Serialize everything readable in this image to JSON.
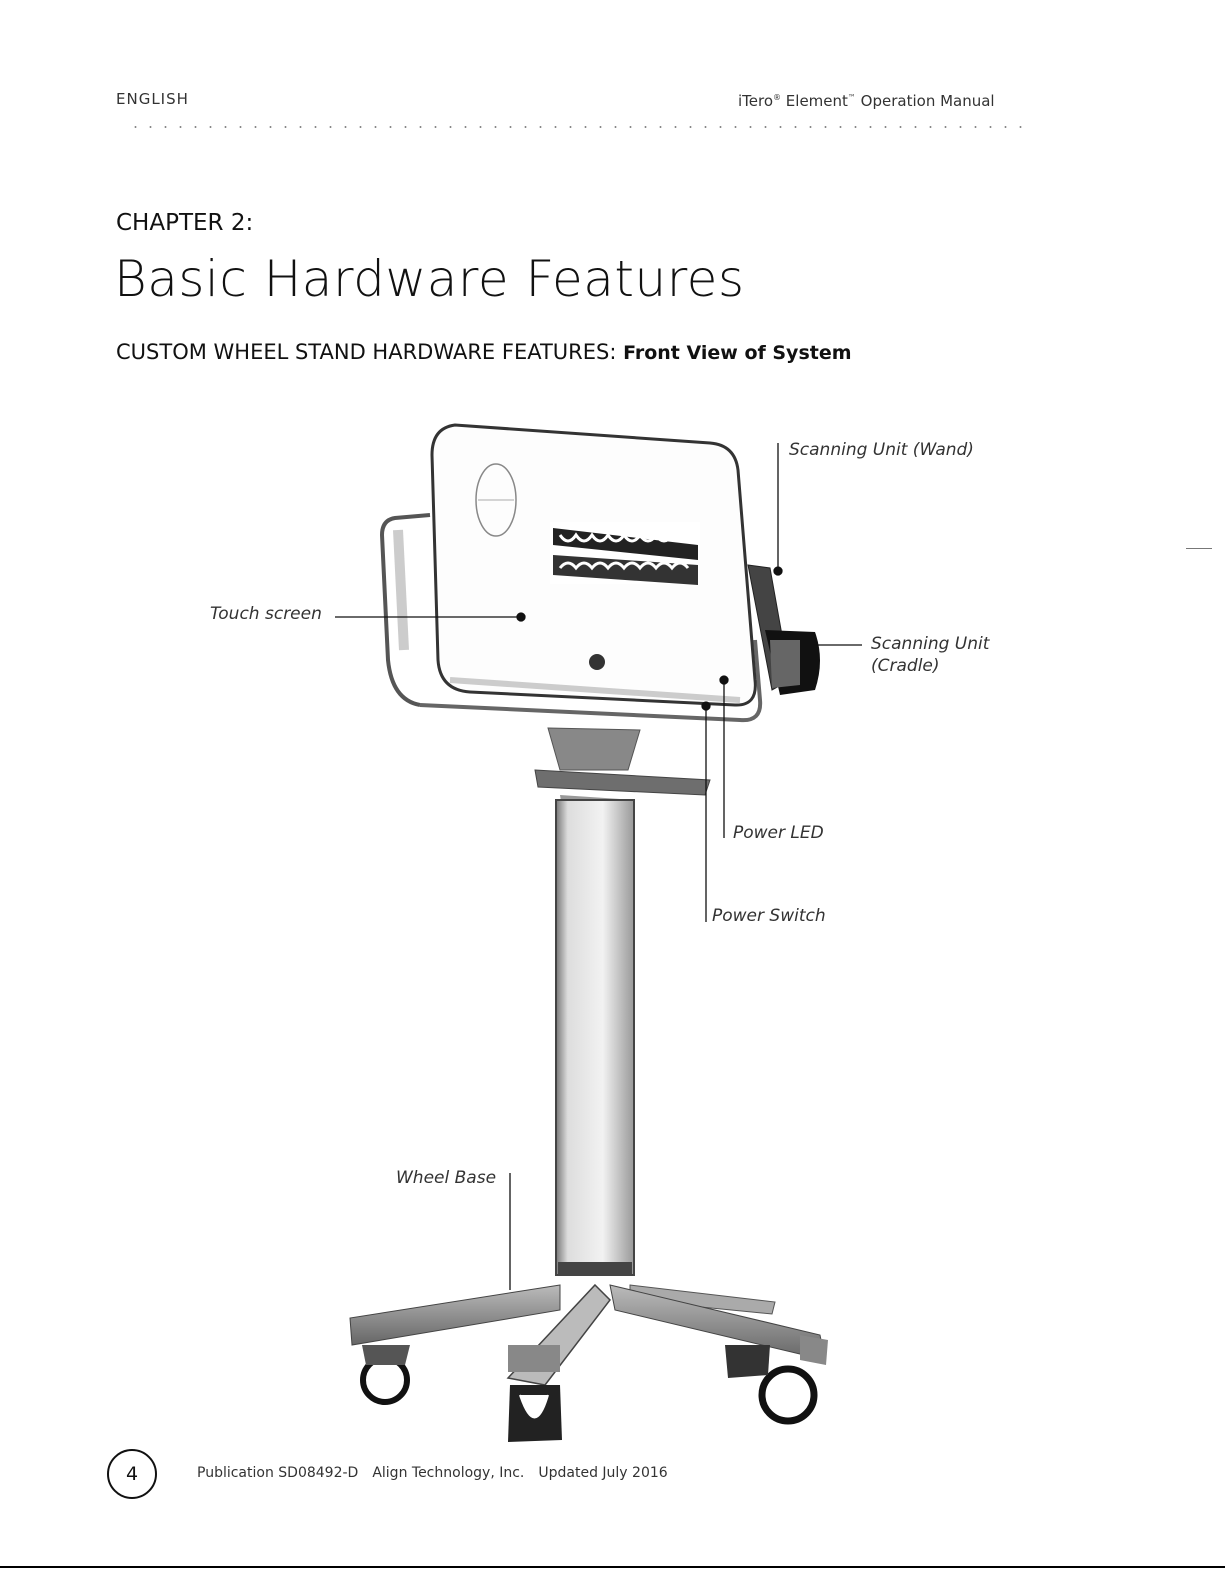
{
  "header": {
    "language": "ENGLISH",
    "manual_title_a": "iTero",
    "manual_title_b": " Element",
    "manual_title_c": " Operation Manual",
    "reg_mark": "®",
    "tm_mark": "™"
  },
  "chapter": "CHAPTER 2:",
  "title": "Basic Hardware Features",
  "subtitle": {
    "lead": "CUSTOM WHEEL STAND HARDWARE FEATURES: ",
    "bold": "Front View of System"
  },
  "callouts": {
    "wand": "Scanning Unit (Wand)",
    "touch": "Touch screen",
    "cradle_1": "Scanning Unit",
    "cradle_2": "(Cradle)",
    "led": "Power LED",
    "switch": "Power Switch",
    "wheel": "Wheel Base"
  },
  "footer": {
    "page": "4",
    "publication": "Publication SD08492-D",
    "company": "Align Technology, Inc.",
    "updated": "Updated July 2016"
  }
}
